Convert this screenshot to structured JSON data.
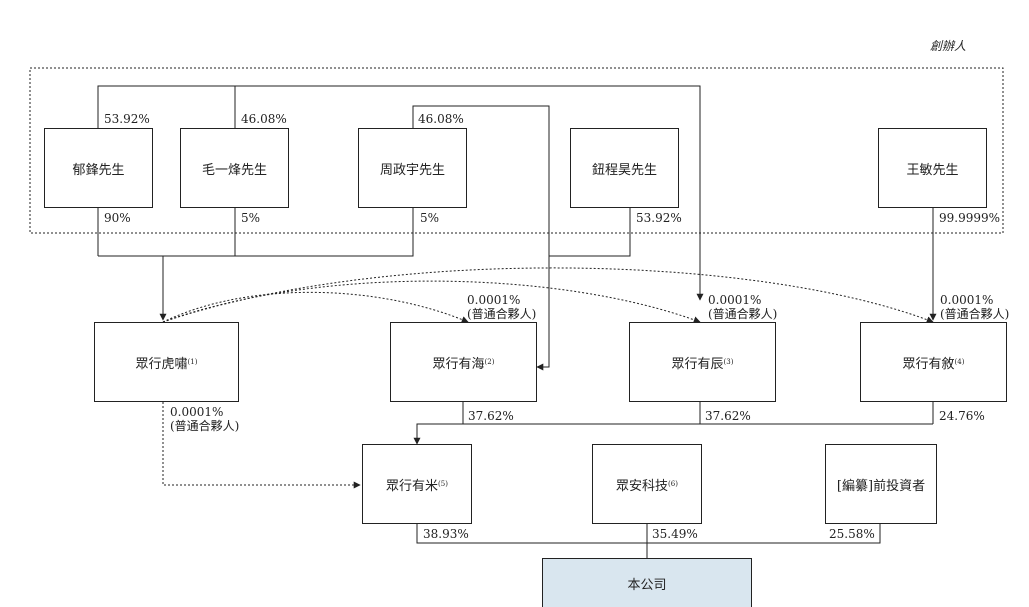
{
  "group_label": "創辦人",
  "company": "本公司",
  "nodes": {
    "yu": "郁鋒先生",
    "mao": "毛一烽先生",
    "zhou": "周政宇先生",
    "niu": "鈕程昊先生",
    "wang": "王敏先生",
    "huxiao": "眾行虎嘯",
    "huxiao_note": "(1)",
    "youhai": "眾行有海",
    "youhai_note": "(2)",
    "youchen": "眾行有辰",
    "youchen_note": "(3)",
    "youxu": "眾行有敘",
    "youxu_note": "(4)",
    "youmi": "眾行有米",
    "youmi_note": "(5)",
    "zhongan": "眾安科技",
    "zhongan_note": "(6)",
    "preipo": "[編纂]前投資者"
  },
  "percents": {
    "yu_top": "53.92%",
    "mao_top": "46.08%",
    "zhou_top": "46.08%",
    "yu_bottom": "90%",
    "mao_bottom": "5%",
    "zhou_bottom": "5%",
    "niu_bottom": "53.92%",
    "wang_bottom": "99.9999%",
    "youhai_out": "37.62%",
    "youchen_out": "37.62%",
    "youxu_out": "24.76%",
    "youmi_out": "38.93%",
    "zhongan_out": "35.49%",
    "preipo_out": "25.58%"
  },
  "gp_labels": {
    "pct": "0.0001%",
    "role": "(普通合夥人)"
  },
  "colors": {
    "line": "#222222",
    "company_fill": "#d9e6ef"
  }
}
